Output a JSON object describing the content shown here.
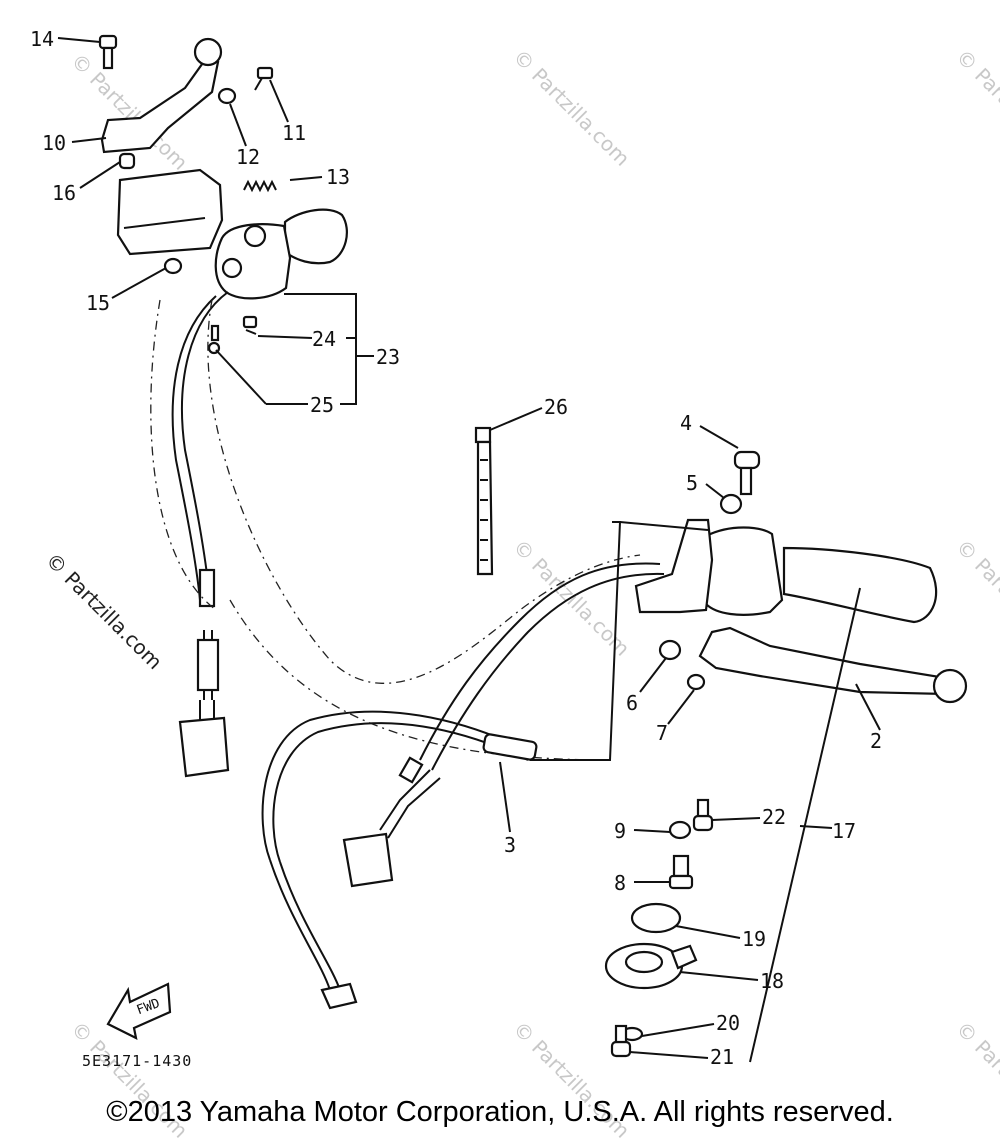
{
  "diagram": {
    "part_labels": [
      "14",
      "10",
      "11",
      "12",
      "16",
      "13",
      "15",
      "24",
      "23",
      "25",
      "26",
      "4",
      "5",
      "6",
      "7",
      "2",
      "3",
      "22",
      "17",
      "9",
      "8",
      "19",
      "18",
      "20",
      "21"
    ],
    "fwd_label": "FWD",
    "watermark_side": "© Partzilla.com",
    "watermark_faint": "© Partzilla.com",
    "diagram_code": "5E3171-1430"
  },
  "footer": {
    "copyright": "©2013 Yamaha Motor Corporation, U.S.A. All rights reserved."
  }
}
